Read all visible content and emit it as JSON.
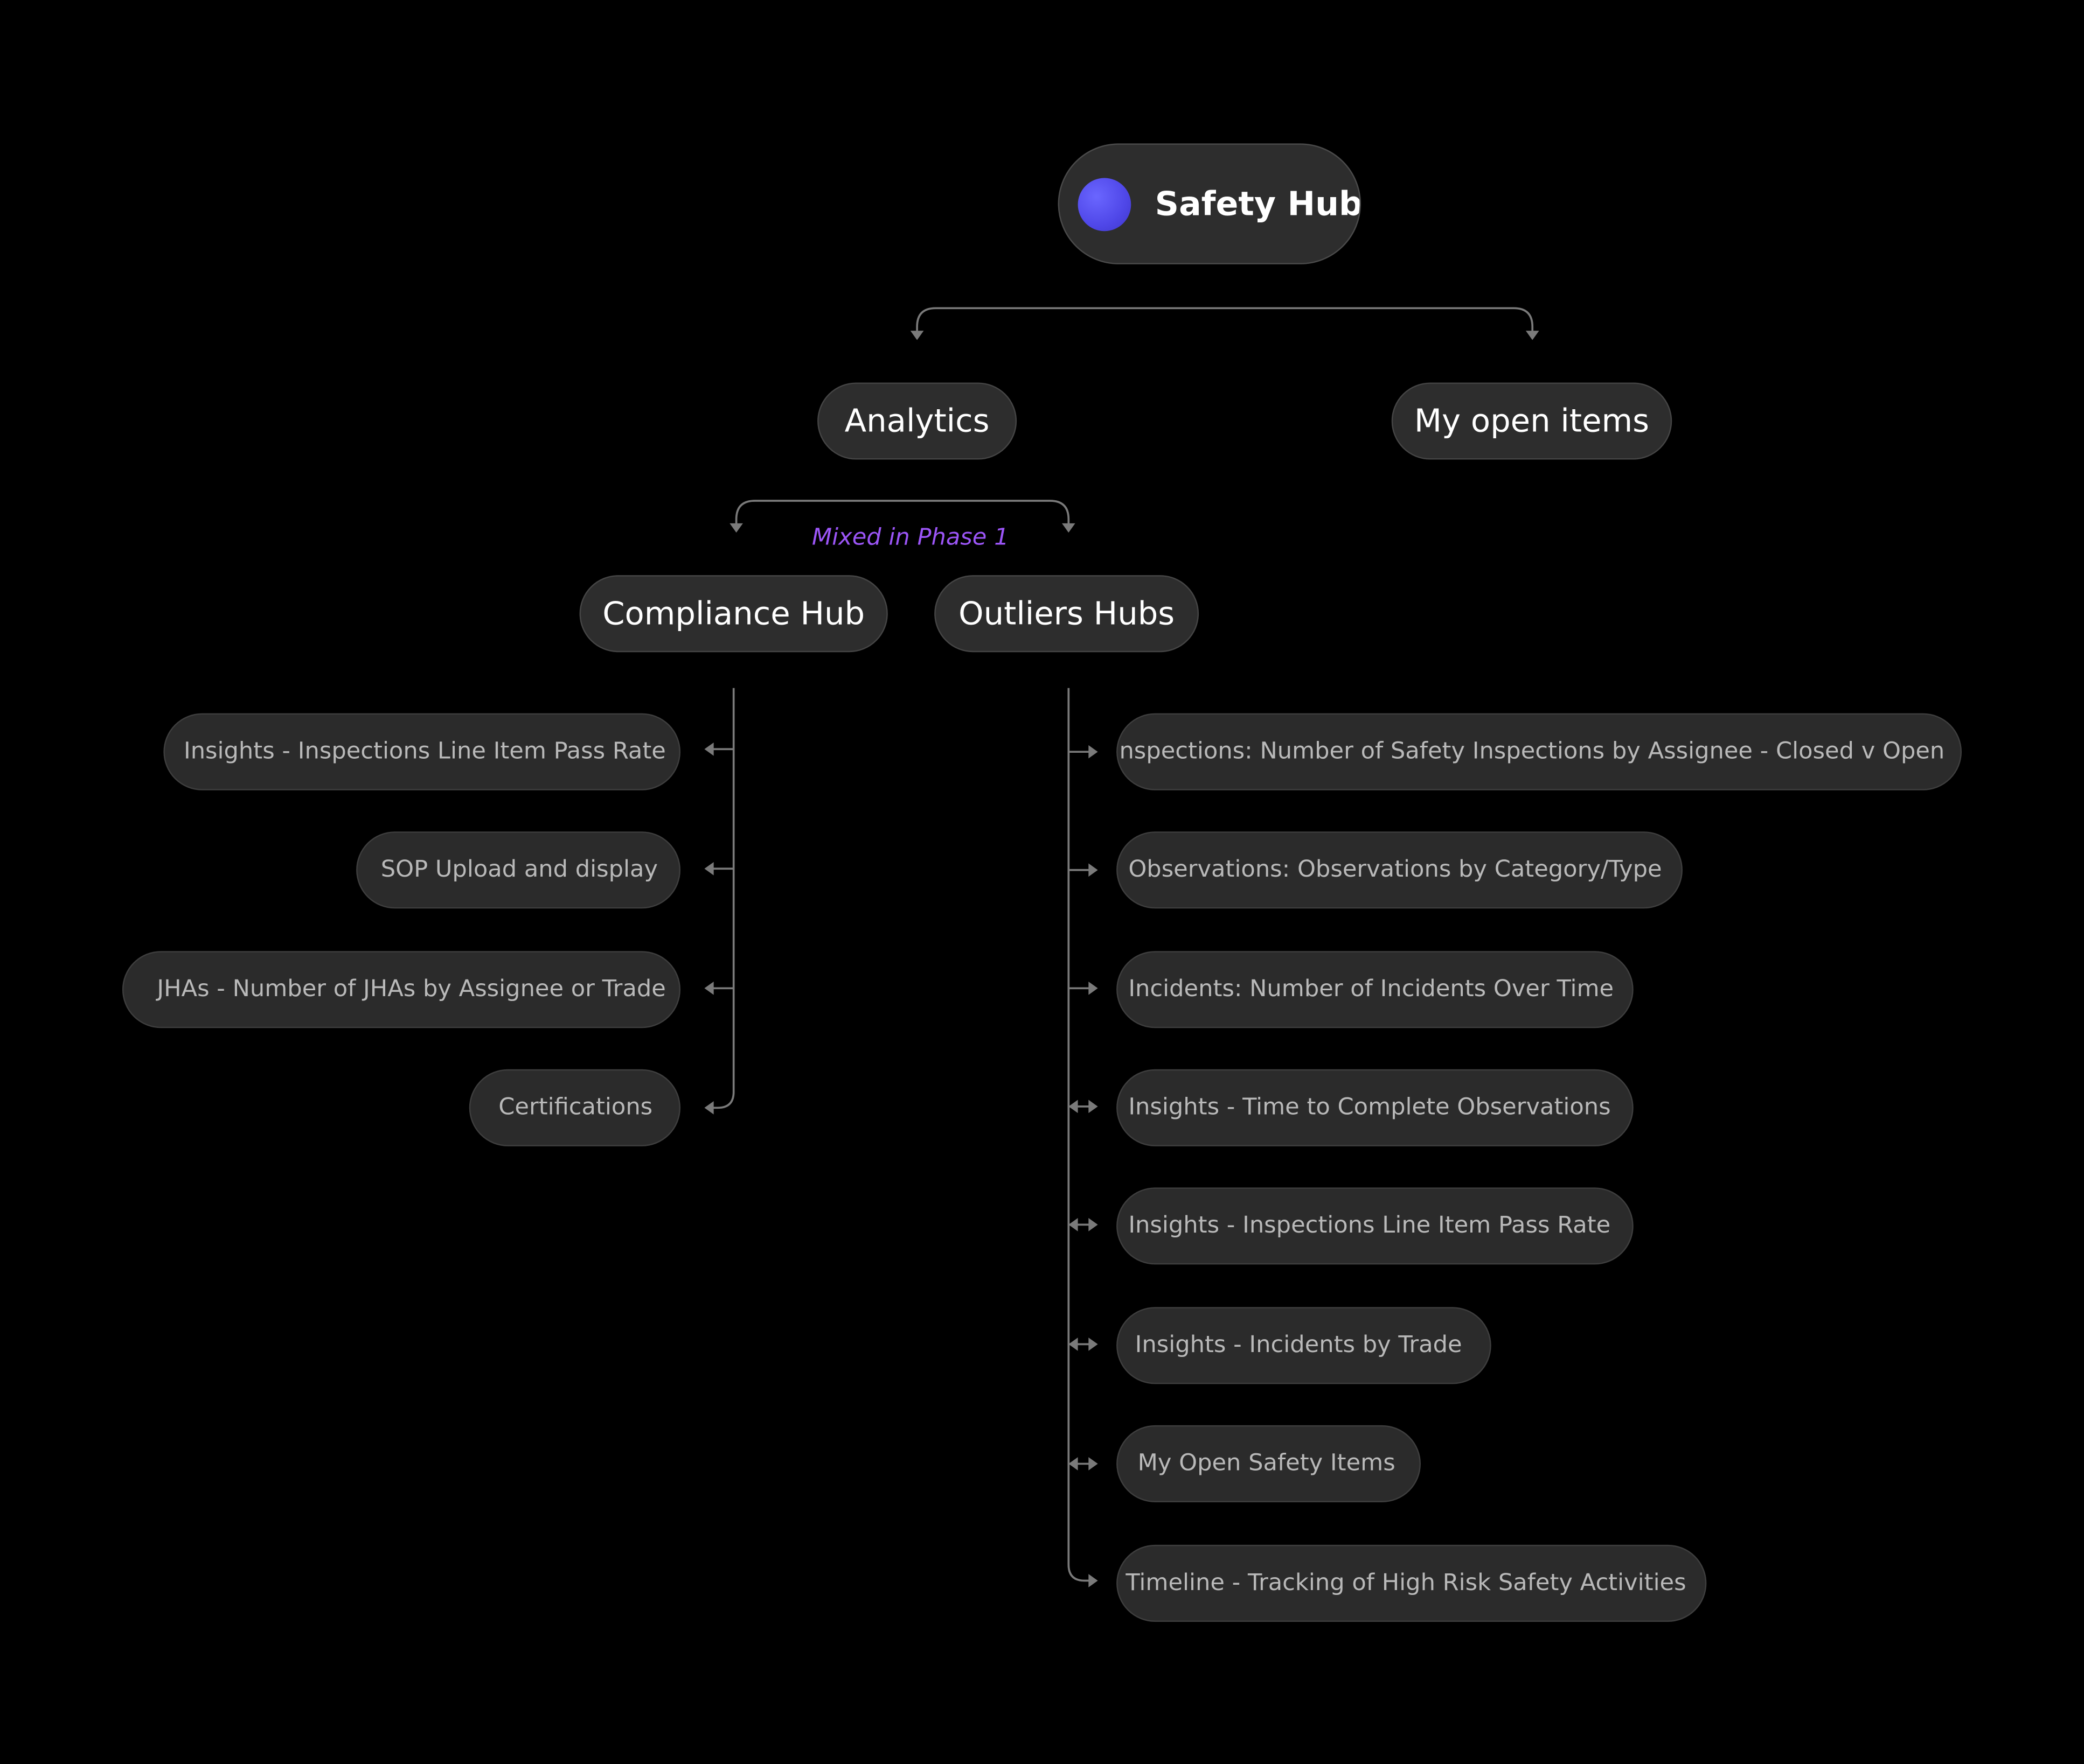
{
  "root": {
    "label": "Safety Hub",
    "dot_color": "#5b55f0"
  },
  "level1": {
    "analytics": "Analytics",
    "open_items": "My open items"
  },
  "analytics_children": {
    "note": "Mixed in Phase 1",
    "compliance": "Compliance Hub",
    "outliers": "Outliers Hubs"
  },
  "compliance_items": [
    "Insights - Inspections Line Item Pass Rate",
    "SOP Upload and display",
    "JHAs - Number of JHAs by Assignee or Trade",
    "Certifications"
  ],
  "outliers_items": [
    "Inspections: Number of Safety Inspections by Assignee - Closed v Open",
    "Observations: Observations by Category/Type",
    "Incidents: Number of Incidents Over Time",
    "Insights - Time to Complete Observations",
    "Insights - Inspections Line Item Pass Rate",
    "Insights - Incidents by Trade",
    "My Open Safety Items",
    "Timeline - Tracking of High Risk Safety Activities"
  ],
  "colors": {
    "background": "#000000",
    "node_fill": "#2d2d2d",
    "connector": "#7a7a7a",
    "note": "#9b55f6"
  }
}
